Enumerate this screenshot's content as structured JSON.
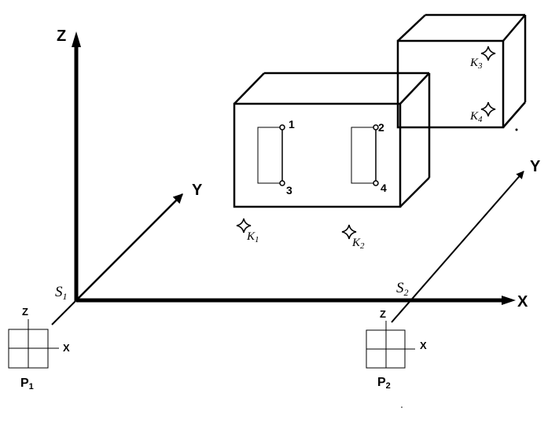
{
  "axes": {
    "z_label": "Z",
    "y1_label": "Y",
    "x_label": "X",
    "y2_label": "Y"
  },
  "origins": {
    "s1_main": "S",
    "s1_sub": "1",
    "s2_main": "S",
    "s2_sub": "2"
  },
  "targets": {
    "k1_main": "K",
    "k1_sub": "1",
    "k2_main": "K",
    "k2_sub": "2",
    "k3_main": "K",
    "k3_sub": "3",
    "k4_main": "K",
    "k4_sub": "4"
  },
  "points": [
    "1",
    "2",
    "3",
    "4"
  ],
  "panels": {
    "p1": {
      "z": "Z",
      "x": "X",
      "main": "P",
      "sub": "1"
    },
    "p2": {
      "z": "Z",
      "x": "X",
      "main": "P",
      "sub": "2"
    }
  },
  "colors": {
    "line": "#000000",
    "background": "#ffffff"
  }
}
